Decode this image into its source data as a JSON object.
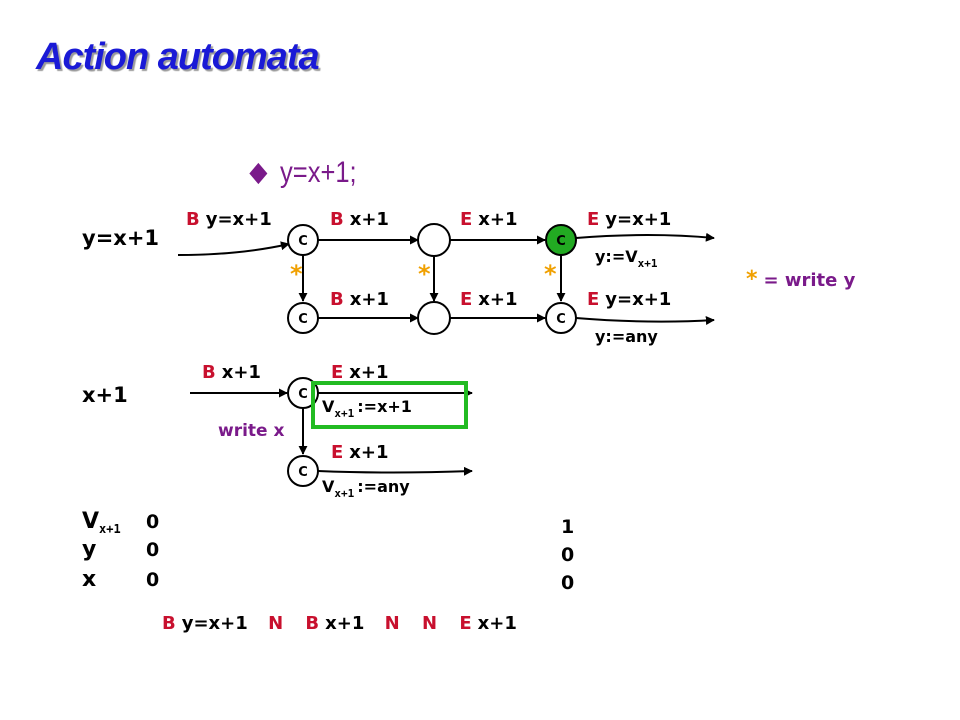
{
  "title": "Action automata",
  "bullet": {
    "icon": "diamond-bullet-icon",
    "text": "y=x+1;"
  },
  "colors": {
    "title": "#1a1ad6",
    "bullet": "#7a1a8a",
    "action_letter": "#c8102e",
    "label": "#000000",
    "star": "#f0a000",
    "write_label": "#7a1a8a",
    "active_state": "#22aa22",
    "highlight_box": "#22bb22"
  },
  "automaton_y": {
    "label": "y=x+1",
    "top_row": {
      "edge1": {
        "letter": "B",
        "text": "y=x+1"
      },
      "edge2": {
        "letter": "B",
        "text": "x+1"
      },
      "edge3": {
        "letter": "E",
        "text": "x+1"
      },
      "edge4": {
        "letter": "E",
        "text": "y=x+1"
      },
      "assign": "y:=V",
      "assign_sub": "x+1"
    },
    "bottom_row": {
      "edge2": {
        "letter": "B",
        "text": "x+1"
      },
      "edge3": {
        "letter": "E",
        "text": "x+1"
      },
      "edge4": {
        "letter": "E",
        "text": "y=x+1"
      },
      "assign": "y:=any"
    },
    "state_c": "C",
    "star": "*",
    "legend": {
      "star": "*",
      "text": "= write y"
    }
  },
  "automaton_x": {
    "label": "x+1",
    "edge1": {
      "letter": "B",
      "text": "x+1"
    },
    "edge2": {
      "letter": "E",
      "text": "x+1"
    },
    "assign_top": {
      "v": "V",
      "sub": "x+1",
      "rest": ":=x+1"
    },
    "write_label": "write x",
    "edge_bottom": {
      "letter": "E",
      "text": "x+1"
    },
    "assign_bottom": {
      "v": "V",
      "sub": "x+1",
      "rest": ":=any"
    },
    "state_c": "C"
  },
  "state_table": {
    "row_v": {
      "label": "V",
      "sub": "x+1"
    },
    "row_y": {
      "label": "y"
    },
    "row_x": {
      "label": "x"
    },
    "initial": [
      "0",
      "0",
      "0"
    ],
    "after": [
      "1",
      "0",
      "0"
    ]
  },
  "trace": [
    {
      "letter": "B",
      "text": "y=x+1"
    },
    {
      "letter": "N",
      "text": ""
    },
    {
      "letter": "B",
      "text": "x+1"
    },
    {
      "letter": "N",
      "text": ""
    },
    {
      "letter": "N",
      "text": ""
    },
    {
      "letter": "E",
      "text": "x+1"
    }
  ]
}
